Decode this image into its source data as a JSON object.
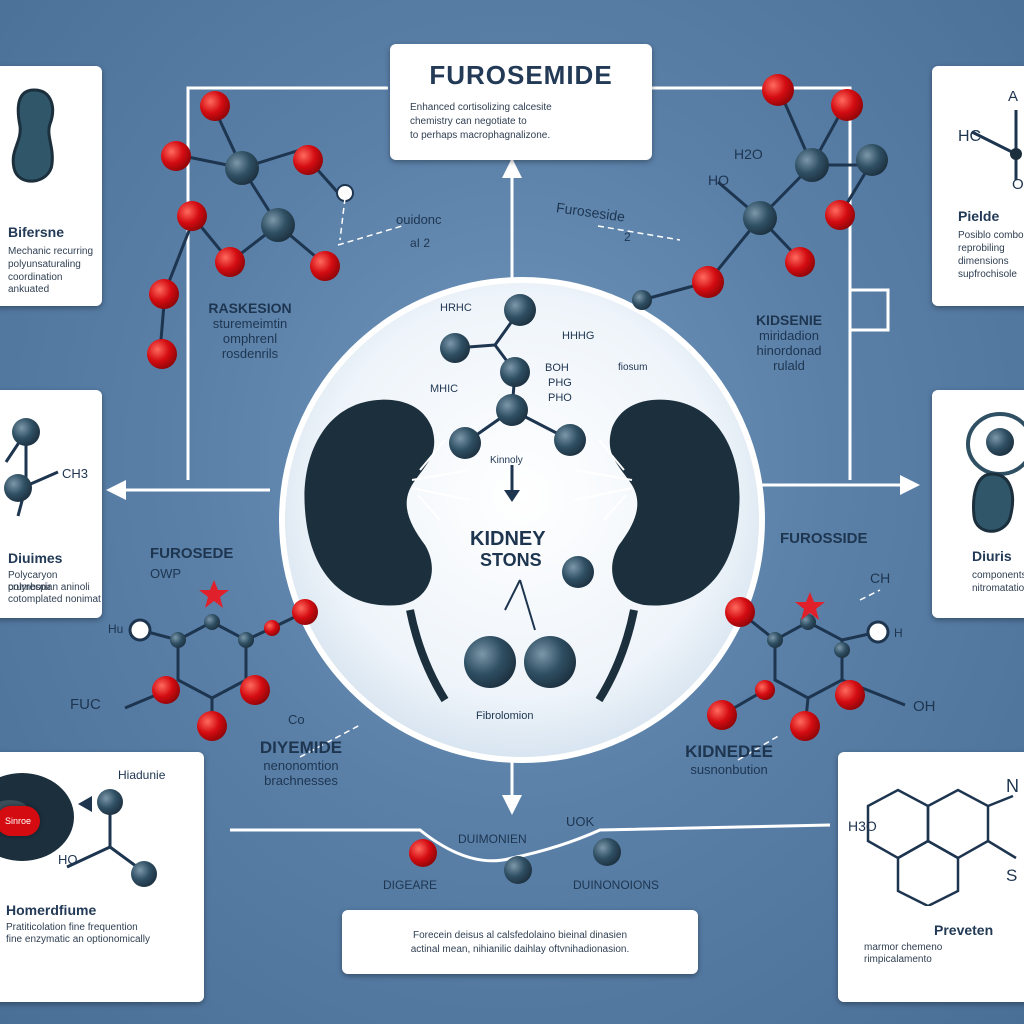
{
  "top_card": {
    "title": "FUROSEMIDE",
    "lines": [
      "Enhanced cortisolizing calcesite",
      "chemistry can negotiate to",
      "to perhaps macrophagnalizone."
    ]
  },
  "left_cards": [
    {
      "title": "Bifersne",
      "lines": [
        "Mechanic recurring",
        "polyunsaturaling",
        "coordination ankuated"
      ]
    },
    {
      "title": "Diuimes",
      "lines": [
        "Polycaryon polyrespir",
        "crumborian aninoli",
        "cotomplated nonimat"
      ]
    },
    {
      "title": "Homerdfiume",
      "lines": [
        "Pratiticolation fine frequention",
        "fine enzymatic an optionomically"
      ]
    }
  ],
  "right_cards": [
    {
      "title": "Pielde",
      "lines": [
        "Posiblo combo",
        "reprobiling",
        "dimensions",
        "supfrochisole"
      ],
      "atoms": [
        "A",
        "HC",
        "O"
      ]
    },
    {
      "title": "Diuris",
      "lines": [
        "components",
        "nitromatation"
      ]
    },
    {
      "title": "Preveten",
      "lines": [
        "marmor chemeno",
        "rimpicalamento"
      ],
      "atoms": [
        "N",
        "H3O",
        "S"
      ]
    }
  ],
  "bottom_card": {
    "lines": [
      "Forecein deisus al calsfedolaino bieinal dinasien",
      "actinal mean, nihianilic daihlay oftvnihadionasion."
    ]
  },
  "center": {
    "label_kidney": "KIDNEY",
    "label_stons": "STONS",
    "caption": "Fibrolomion",
    "small_label": "Kinnoly",
    "atoms": [
      "HRHC",
      "MHIC",
      "BOH",
      "PHG",
      "PHO"
    ]
  },
  "side_labels": {
    "left_upper": [
      "RASKESION",
      "sturemeimtin",
      "omphrenl",
      "rosdenrils"
    ],
    "right_upper": [
      "KIDSENIE",
      "miridadion",
      "hinordonad",
      "rulald"
    ],
    "left_lower": [
      "DIYEMIDE",
      "nenonomtion",
      "brachnesses"
    ],
    "right_lower": [
      "KIDNEDEE",
      "susnonbution"
    ],
    "bottom_left": "DIGEARE",
    "bottom_center": "DUIMONIEN",
    "bottom_right": "DUINONOIONS",
    "bottom_uok": "UOK",
    "left_furosede": "FUROSEDE",
    "left_owp": "OWP",
    "left_fuc": "FUC",
    "left_co": "Co",
    "right_furoside": "FUROSSIDE",
    "right_ch": "CH",
    "right_oh": "OH",
    "right_h": "H",
    "top_furoseside": "Furoseside",
    "top_2": "2",
    "top_ouidonc": "ouidonc",
    "top_a12": "aI 2",
    "top_h2o": "H2O",
    "top_ho": "HO",
    "top_hhhg": "HHHG",
    "top_fiosum": "fiosum",
    "left_ch3": "CH3",
    "left_hbadie": "Hiadunie",
    "left_ho": "HO",
    "left_hu": "Hu",
    "red_pill": "Sinroe"
  },
  "colors": {
    "background": "#5a80a8",
    "atom_dark": "#2f4f63",
    "atom_red": "#d40c12",
    "card_title": "#223a56",
    "kidney": "#1b2f3d"
  }
}
